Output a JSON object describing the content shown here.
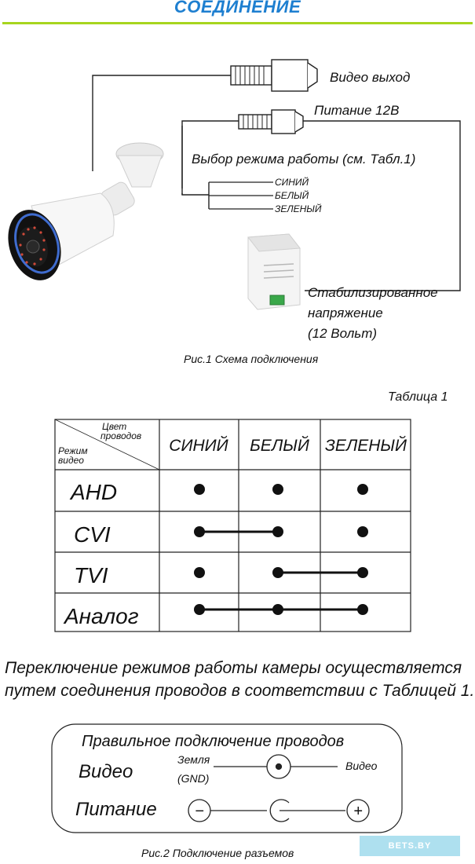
{
  "header": {
    "title": "СОЕДИНЕНИЕ"
  },
  "fig1": {
    "video_out": "Видео выход",
    "power": "Питание 12В",
    "mode_select": "Выбор режима работы (см. Табл.1)",
    "wires": [
      "СИНИЙ",
      "БЕЛЫЙ",
      "ЗЕЛЕНЫЙ"
    ],
    "psu_line1": "Стабилизированное",
    "psu_line2": "напряжение",
    "psu_line3": "(12 Вольт)",
    "caption": "Рис.1 Схема подключения"
  },
  "table": {
    "caption": "Таблица 1",
    "corner_top_1": "Цвет",
    "corner_top_2": "проводов",
    "corner_bottom_1": "Режим",
    "corner_bottom_2": "видео",
    "columns": [
      "СИНИЙ",
      "БЕЛЫЙ",
      "ЗЕЛЕНЫЙ"
    ],
    "rows": [
      {
        "mode": "AHD",
        "dots": [
          true,
          true,
          true
        ],
        "links": []
      },
      {
        "mode": "CVI",
        "dots": [
          true,
          true,
          true
        ],
        "links": [
          [
            0,
            1
          ]
        ]
      },
      {
        "mode": "TVI",
        "dots": [
          true,
          true,
          true
        ],
        "links": [
          [
            1,
            2
          ]
        ]
      },
      {
        "mode": "Аналог",
        "dots": [
          true,
          true,
          true
        ],
        "links": [
          [
            0,
            2
          ]
        ]
      }
    ]
  },
  "note": {
    "line1": "Переключение режимов работы камеры осуществляется",
    "line2": "путем соединения проводов в соответствии с Таблицей 1."
  },
  "fig2": {
    "title": "Правильное подключение проводов",
    "video_label": "Видео",
    "ground_1": "Земля",
    "ground_2": "(GND)",
    "video_signal": "Видео",
    "power_label": "Питание",
    "minus": "−",
    "plus": "+",
    "caption": "Рис.2 Подключение разъемов"
  },
  "footer": {
    "logo_text": "BETS.BY"
  },
  "colors": {
    "title": "#1e7fd0",
    "rule": "#a7d51e",
    "logo_bg": "#aee0ef"
  }
}
